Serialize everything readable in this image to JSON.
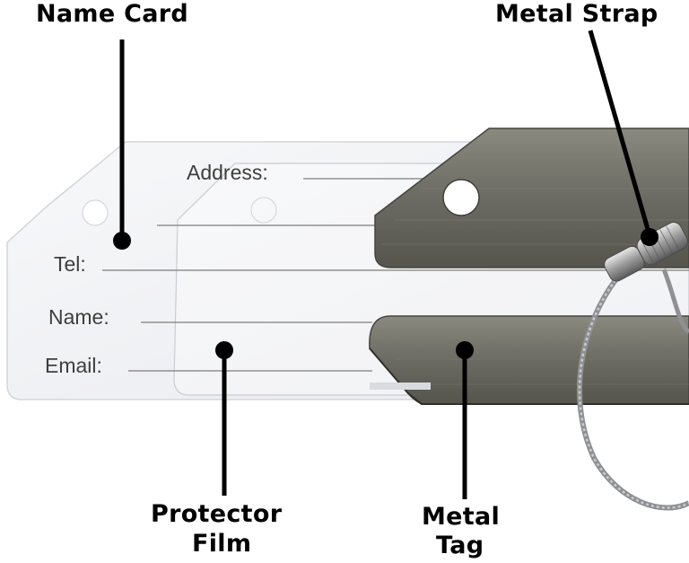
{
  "callouts": {
    "name_card": "Name Card",
    "metal_strap": "Metal Strap",
    "protector_film": [
      "Protector",
      "Film"
    ],
    "metal_tag": [
      "Metal",
      "Tag"
    ]
  },
  "card_fields": {
    "address": "Address:",
    "tel": "Tel:",
    "name": "Name:",
    "email": "Email:"
  },
  "colors": {
    "card": "#f2f3f6",
    "metal_tag": "#6e6d66",
    "strap": "#b9bbbd",
    "pointer": "#000000"
  }
}
